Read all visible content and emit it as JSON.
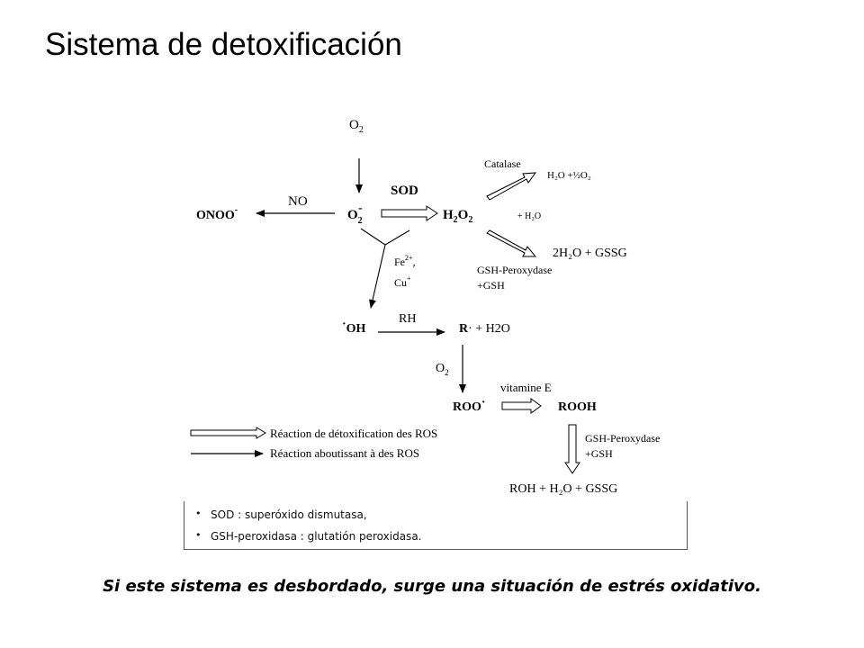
{
  "title": "Sistema de detoxificación",
  "diagram": {
    "o2_top": "O",
    "o2_sub": "2",
    "no_label": "NO",
    "onoo": "ONOO",
    "onoo_sup": "-",
    "o2_radical": "O",
    "o2_radical_sub": "2",
    "o2_radical_sup": "-",
    "sod": "SOD",
    "h2o2_h": "H",
    "h2o2_sub1": "2",
    "h2o2_o": "O",
    "h2o2_sub2": "2",
    "catalase": "Catalase",
    "catalase_product": "H₂O +½O₂",
    "plus_h2o": "+ H₂O",
    "gsh_product": "2H₂O + GSSG",
    "gsh_peroxydase_1": "GSH-Peroxydase",
    "plus_gsh_1": "+GSH",
    "fe_label": "Fe",
    "fe_sup": "2+",
    "cu_label": "Cu",
    "cu_sup": "+",
    "oh_dot": "·",
    "oh_label": "OH",
    "rh_label": "RH",
    "r_label": "R",
    "r_rest": "· + H2O",
    "o2_mid": "O",
    "o2_mid_sub": "2",
    "vitamine_e": "vitamine E",
    "roo_label": "ROO",
    "roo_dot": "·",
    "rooh_label": "ROOH",
    "gsh_peroxydase_2": "GSH-Peroxydase",
    "plus_gsh_2": "+GSH",
    "final_products": "ROH + H₂O + GSSG",
    "legend_detox": "Réaction de détoxification des ROS",
    "legend_ros": "Réaction aboutissant à des ROS"
  },
  "notes": [
    "SOD : superóxido dismutasa,",
    "GSH-peroxidasa : glutatión peroxidasa."
  ],
  "conclusion": "Si este sistema es desbordado, surge una situación de estrés oxidativo."
}
